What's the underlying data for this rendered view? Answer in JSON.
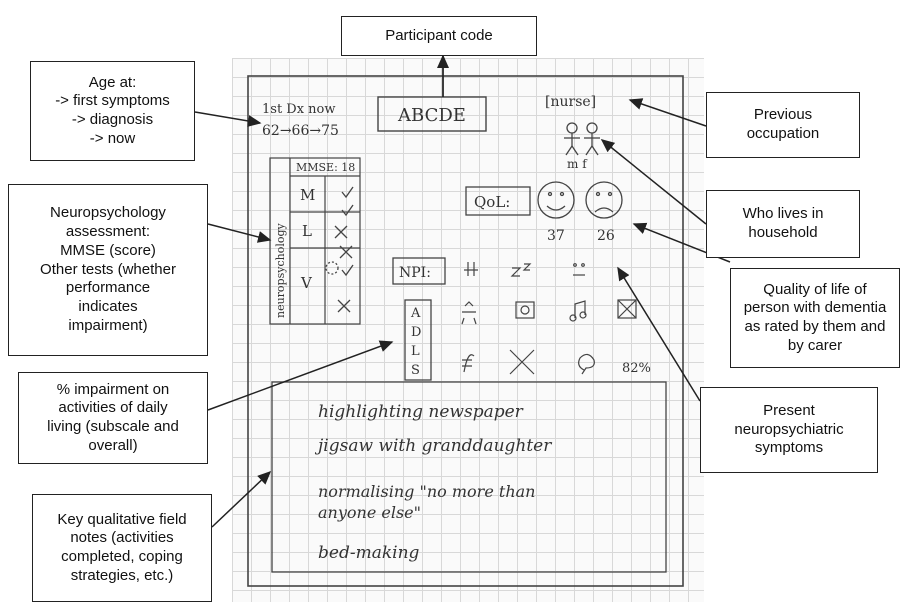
{
  "labels": {
    "participant_code": "Participant code",
    "age": "Age at:\n-> first symptoms\n-> diagnosis\n-> now",
    "previous_occupation": "Previous\noccupation",
    "neuropsychology": "Neuropsychology\nassessment:\nMMSE (score)\nOther tests (whether\nperformance\nindicates\nimpairment)",
    "who_lives": "Who lives in\nhousehold",
    "quality_of_life": "Quality of life of\nperson with dementia\nas rated by them and\nby carer",
    "adl": "% impairment on\nactivities of daily\nliving (subscale and\noverall)",
    "neuropsychiatric": "Present\nneuropsychiatric\nsymptoms",
    "field_notes": "Key qualitative field\nnotes (activities\ncompleted, coping\nstrategies, etc.)"
  },
  "sketch": {
    "age_header": "1st  Dx  now",
    "age_values": "62→66→75",
    "code": "ABCDE",
    "occupation": "[nurse]",
    "household_labels": "m   f",
    "mmse": "MMSE: 18",
    "neuro_vertical": "neuropsychology",
    "test_rows": [
      "M",
      "L",
      "V"
    ],
    "qol": "QoL:",
    "qol_scores": [
      "37",
      "26"
    ],
    "npi": "NPI:",
    "adl_letters": [
      "A",
      "D",
      "L",
      "S"
    ],
    "adl_percent": "82%",
    "notes": [
      "highlighting newspaper",
      "jigsaw with granddaughter",
      "normalising \"no more than",
      "anyone else\"",
      "bed-making"
    ]
  }
}
